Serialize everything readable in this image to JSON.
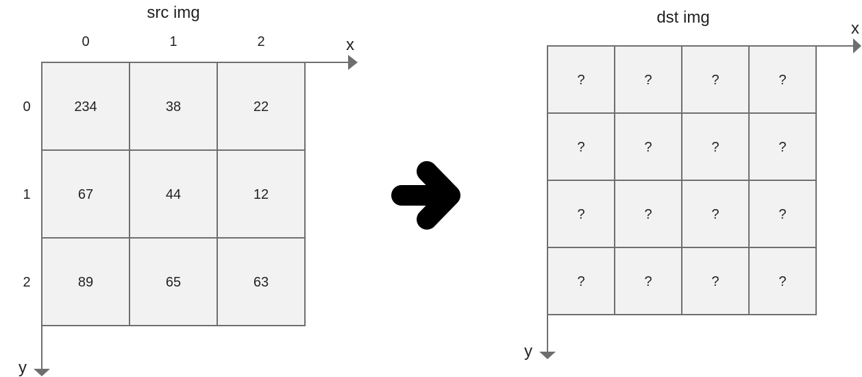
{
  "colors": {
    "cell_fill": "#f2f2f2",
    "grid_stroke": "#6e6e6e",
    "text": "#222222",
    "arrow": "#000000"
  },
  "src": {
    "title": "src img",
    "x_axis_label": "x",
    "y_axis_label": "y",
    "col_indices": [
      "0",
      "1",
      "2"
    ],
    "row_indices": [
      "0",
      "1",
      "2"
    ],
    "cells": [
      [
        "234",
        "38",
        "22"
      ],
      [
        "67",
        "44",
        "12"
      ],
      [
        "89",
        "65",
        "63"
      ]
    ]
  },
  "transform_arrow": {
    "icon": "arrow-right-icon"
  },
  "dst": {
    "title": "dst img",
    "x_axis_label": "x",
    "y_axis_label": "y",
    "cells": [
      [
        "?",
        "?",
        "?",
        "?"
      ],
      [
        "?",
        "?",
        "?",
        "?"
      ],
      [
        "?",
        "?",
        "?",
        "?"
      ],
      [
        "?",
        "?",
        "?",
        "?"
      ]
    ]
  }
}
